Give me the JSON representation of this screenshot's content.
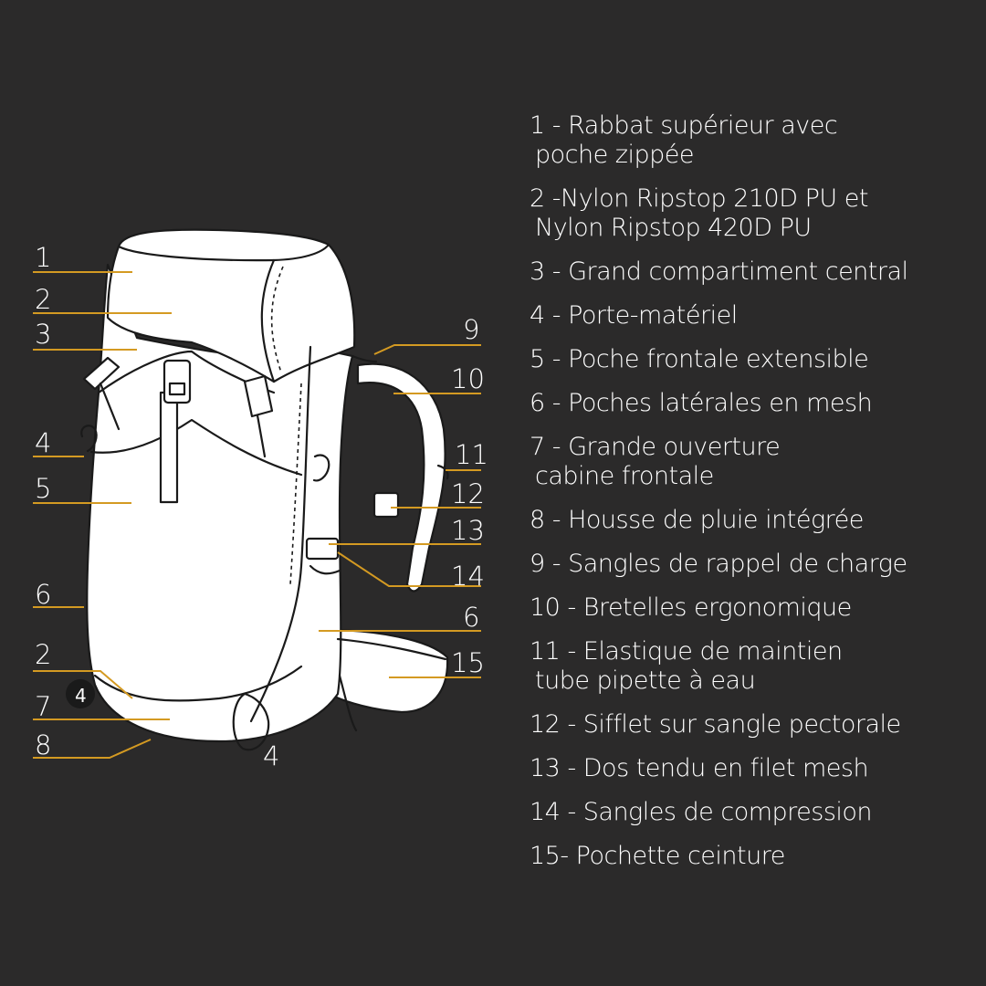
{
  "colors": {
    "background": "#2b2a2a",
    "text": "#ffffff",
    "leader": "#d49a22",
    "pack": "#ffffff",
    "outline": "#1a1a1a"
  },
  "callouts": {
    "left": [
      "1",
      "2",
      "3",
      "4",
      "5",
      "6",
      "2",
      "7",
      "8"
    ],
    "right": [
      "9",
      "10",
      "11",
      "12",
      "13",
      "14",
      "6",
      "15"
    ],
    "bottom": [
      "4"
    ],
    "buckle_mark": "4"
  },
  "legend": [
    {
      "lines": [
        "1 - Rabbat supérieur avec",
        "poche zippée"
      ]
    },
    {
      "lines": [
        "2 -Nylon Ripstop 210D PU et",
        "Nylon Ripstop 420D PU"
      ]
    },
    {
      "lines": [
        "3 - Grand compartiment central"
      ]
    },
    {
      "lines": [
        "4 - Porte-matériel"
      ]
    },
    {
      "lines": [
        "5 - Poche frontale extensible"
      ]
    },
    {
      "lines": [
        "6 - Poches latérales en mesh"
      ]
    },
    {
      "lines": [
        "7 - Grande ouverture",
        "cabine frontale"
      ]
    },
    {
      "lines": [
        "8 - Housse de pluie intégrée"
      ]
    },
    {
      "lines": [
        "9 - Sangles de rappel de charge"
      ]
    },
    {
      "lines": [
        "10 - Bretelles ergonomique"
      ]
    },
    {
      "lines": [
        "11 - Elastique de maintien",
        "tube pipette à eau"
      ]
    },
    {
      "lines": [
        "12 - Sifflet sur sangle pectorale"
      ]
    },
    {
      "lines": [
        "13 - Dos tendu en filet mesh"
      ]
    },
    {
      "lines": [
        "14 - Sangles de compression"
      ]
    },
    {
      "lines": [
        "15-  Pochette ceinture"
      ]
    }
  ]
}
